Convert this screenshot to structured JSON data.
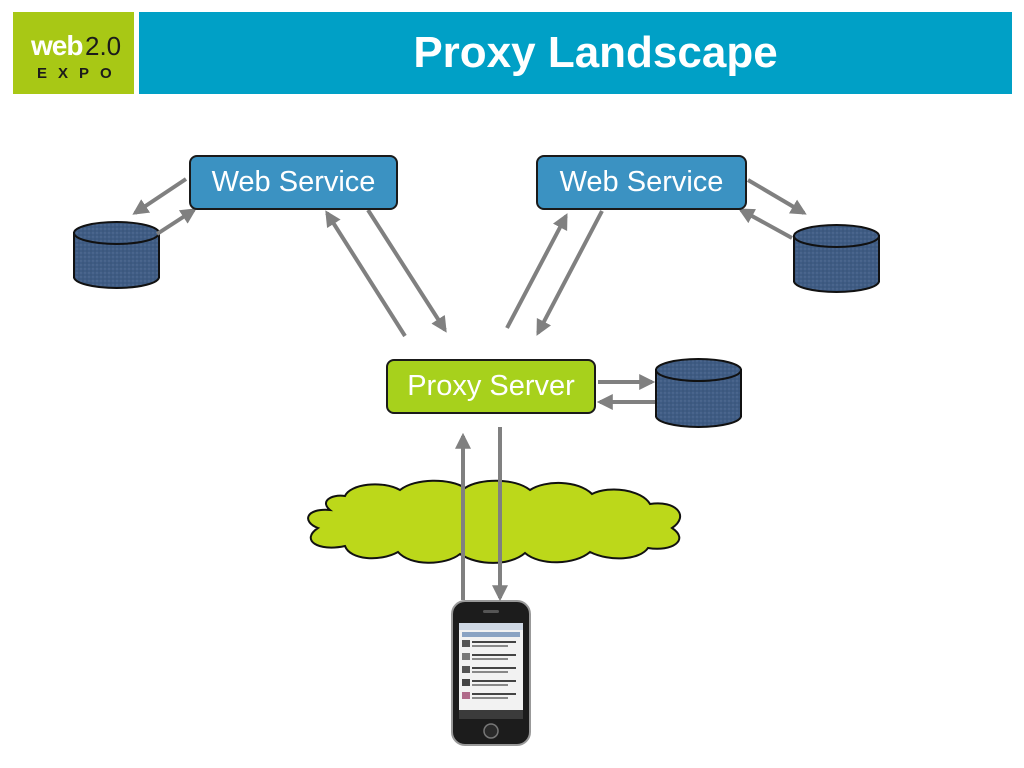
{
  "logo": {
    "brand": "web",
    "version": "2.0",
    "event": "EXPO"
  },
  "slide": {
    "title": "Proxy Landscape"
  },
  "diagram": {
    "web_service_left": "Web Service",
    "web_service_right": "Web Service",
    "proxy_server": "Proxy Server"
  },
  "colors": {
    "banner": "#00a0c6",
    "logo_bg": "#a8c815",
    "web_service_fill": "#3b92c2",
    "proxy_fill": "#a7d11c",
    "cloud_fill": "#bcd81a",
    "database_fill": "#3f5c84",
    "arrow": "#808080"
  }
}
